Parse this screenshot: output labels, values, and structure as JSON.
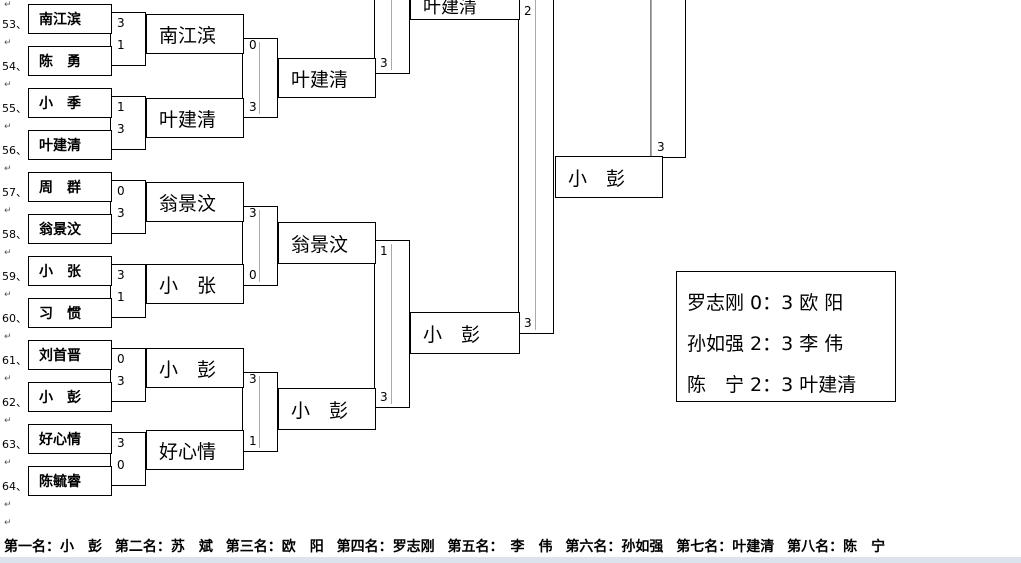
{
  "row_numbers": [
    "53、",
    "54、",
    "55、",
    "56、",
    "57、",
    "58、",
    "59、",
    "60、",
    "61、",
    "62、",
    "63、",
    "64、"
  ],
  "players": [
    "南江滨",
    "陈　勇",
    "小　季",
    "叶建清",
    "周　群",
    "翁景汶",
    "小　张",
    "习　惯",
    "刘首晋",
    "小　彭",
    "好心情",
    "陈毓睿"
  ],
  "r1_scores": [
    "3",
    "1",
    "1",
    "3",
    "0",
    "3",
    "3",
    "1",
    "0",
    "3",
    "3",
    "0"
  ],
  "r2_winners": [
    "南江滨",
    "叶建清",
    "翁景汶",
    "小　张",
    "小　彭",
    "好心情"
  ],
  "r2_scores": [
    "0",
    "3",
    "3",
    "0",
    "3",
    "1"
  ],
  "r3_winners": [
    "叶建清",
    "翁景汶",
    "小　彭"
  ],
  "r3_scores": [
    "3",
    "1",
    "3"
  ],
  "r4_top": "叶建清",
  "r4_top_score": "2",
  "r4_bottom": "小　彭",
  "r4_bottom_score": "3",
  "r5": "小　彭",
  "r5_score": "3",
  "results": [
    "罗志刚 0：3 欧 阳",
    "孙如强 2：3 李 伟",
    "陈　宁 2：3 叶建清"
  ],
  "rankings": [
    "第一名：小　彭",
    "第二名：苏　斌",
    "第三名：欧　阳",
    "第四名：罗志刚",
    "第五名：　李　伟",
    "第六名：孙如强",
    "第七名：叶建清",
    "第八名：陈　宁"
  ],
  "para_mark": "↵"
}
